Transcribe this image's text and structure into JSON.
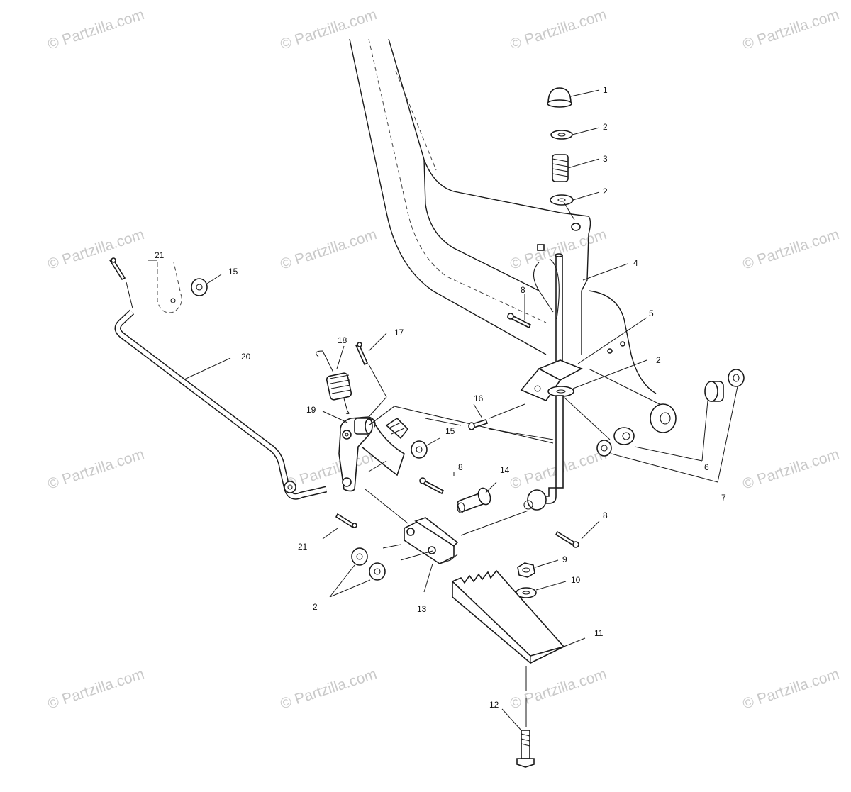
{
  "watermark": {
    "text": "© Partzilla.com",
    "color": "#c8c8c8"
  },
  "callouts": {
    "c1": "1",
    "c2a": "2",
    "c3": "3",
    "c2b": "2",
    "c4": "4",
    "c8a": "8",
    "c5": "5",
    "c2c": "2",
    "c6": "6",
    "c7": "7",
    "c21a": "21",
    "c15a": "15",
    "c20": "20",
    "c18": "18",
    "c17": "17",
    "c16": "16",
    "c19": "19",
    "c15b": "15",
    "c8b": "8",
    "c14": "14",
    "c21b": "21",
    "c8c": "8",
    "c9": "9",
    "c10": "10",
    "c2d": "2",
    "c13": "13",
    "c11": "11",
    "c12": "12"
  },
  "icons": {
    "brake-pedal": "brake-pedal-assembly",
    "bolt": "bolt",
    "nut": "nut",
    "washer": "washer",
    "spring": "spring",
    "cotter-pin": "cotter-pin"
  }
}
